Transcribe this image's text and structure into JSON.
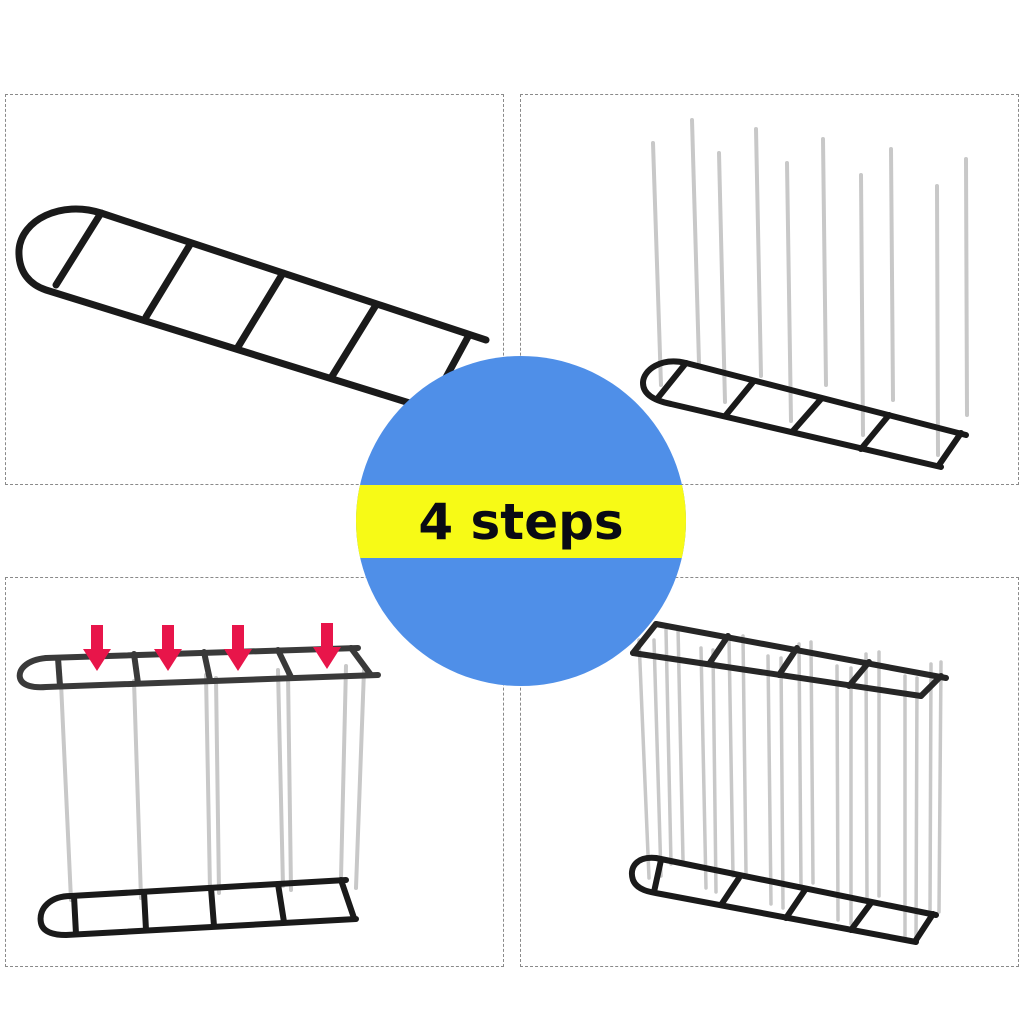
{
  "badge": {
    "label": "4 steps",
    "circle_color": "#4f8fe8",
    "band_color": "#f7fa16",
    "text_color": "#0a0a14"
  },
  "steps": [
    {
      "index": 1,
      "description": "Base frame (ladder-shaped, one rounded end)"
    },
    {
      "index": 2,
      "description": "Insert 10 vertical silver rods into base frame"
    },
    {
      "index": 3,
      "description": "Press top frame down onto rods",
      "arrow_count": 4,
      "arrow_color": "#e8154a"
    },
    {
      "index": 4,
      "description": "Assembled rack"
    }
  ],
  "colors": {
    "frame": "#1a1a1a",
    "rod": "#c8c8c8",
    "panel_border": "#8a8a8a"
  }
}
